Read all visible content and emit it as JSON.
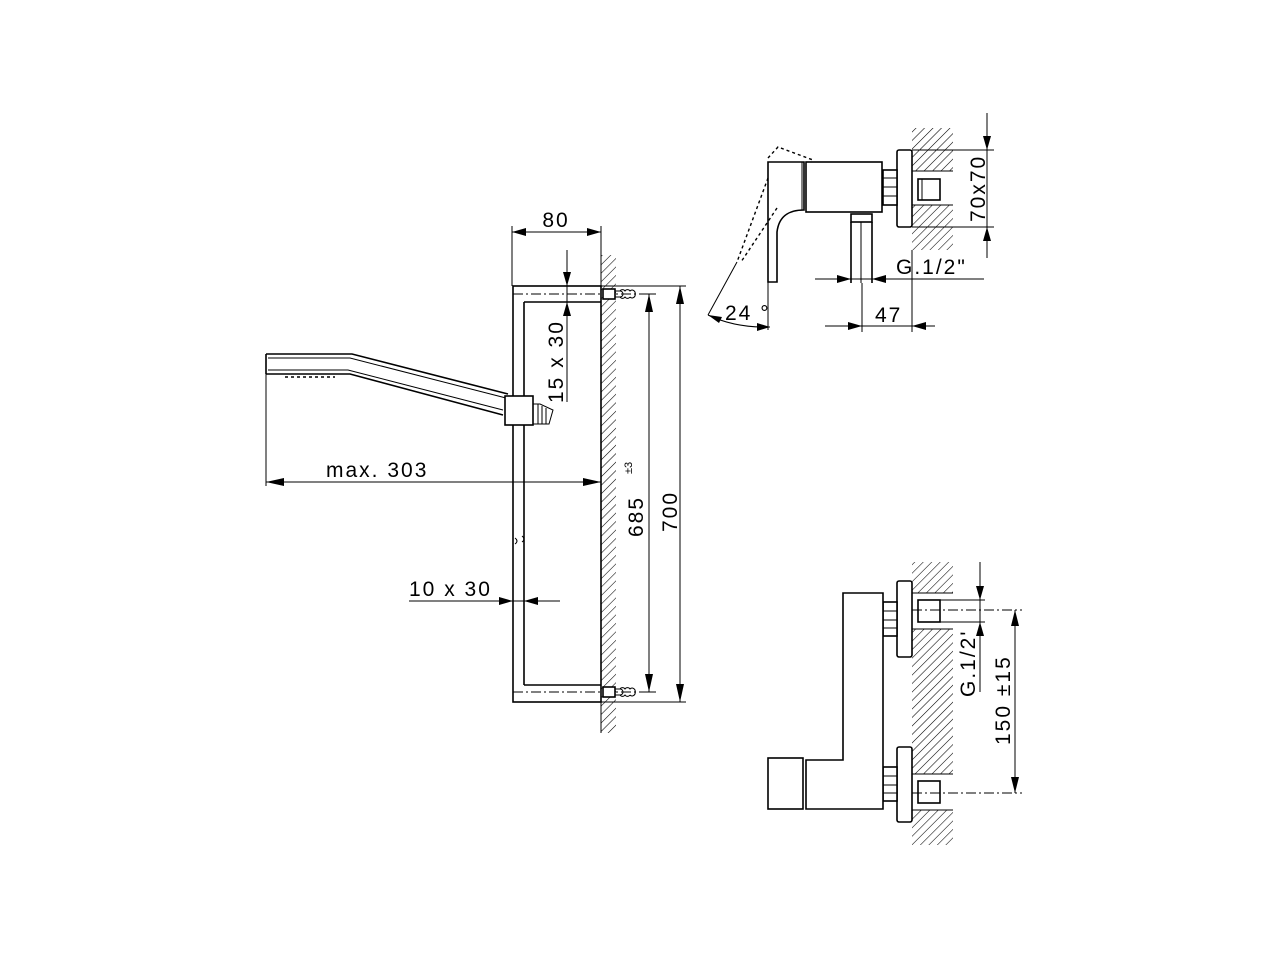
{
  "drawing": {
    "shower_rail_view": {
      "width_dim": "80",
      "bracket_dim": "15 x 30",
      "max_reach_dim": "max. 303",
      "rail_dim": "10 x 30",
      "fixing_distance_dim": "685",
      "fixing_tolerance": "±3",
      "total_height_dim": "700"
    },
    "mixer_side_view": {
      "escutcheon_dim": "70x70",
      "outlet_thread": "G.1/2\"",
      "projection_dim": "47",
      "lever_angle": "24 °"
    },
    "mixer_front_view": {
      "inlet_thread": "G.1/2'",
      "inlet_spacing_dim": "150 ±15"
    }
  }
}
